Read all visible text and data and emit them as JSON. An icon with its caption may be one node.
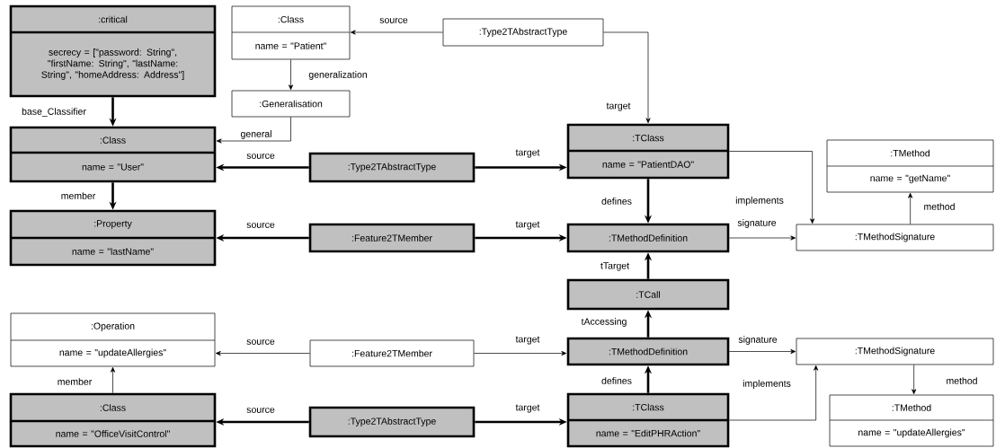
{
  "diagram": {
    "nodes": [
      {
        "text": [
          ":critical",
          "secrecy = [\"password: String\", \"firstName: String\", \"lastName: String\", \"homeAddress: Address\"]"
        ]
      },
      {
        "text": [
          ":Class",
          "name = \"Patient\""
        ]
      },
      {
        "text": [
          ":Type2TAbstractType"
        ]
      },
      {
        "text": [
          ":Generalisation"
        ]
      },
      {
        "text": [
          ":Class",
          "name = \"User\""
        ]
      },
      {
        "text": [
          ":Type2TAbstractType"
        ]
      },
      {
        "text": [
          ":TClass",
          "name = \"PatientDAO\""
        ]
      },
      {
        "text": [
          ":TMethod",
          "name = \"getName\""
        ]
      },
      {
        "text": [
          ":Property",
          "name = \"lastName\""
        ]
      },
      {
        "text": [
          ":Feature2TMember"
        ]
      },
      {
        "text": [
          ":TMethodDefinition"
        ]
      },
      {
        "text": [
          ":TMethodSignature"
        ]
      },
      {
        "text": [
          ":TCall"
        ]
      },
      {
        "text": [
          ":Operation",
          "name = \"updateAllergies\""
        ]
      },
      {
        "text": [
          ":Feature2TMember"
        ]
      },
      {
        "text": [
          ":TMethodDefinition"
        ]
      },
      {
        "text": [
          ":TMethodSignature"
        ]
      },
      {
        "text": [
          ":Class",
          "name = \"OfficeVisitControl\""
        ]
      },
      {
        "text": [
          ":Type2TAbstractType"
        ]
      },
      {
        "text": [
          ":TClass",
          "name = \"EditPHRAction\""
        ]
      },
      {
        "text": [
          ":TMethod",
          "name = \"updateAllergies\""
        ]
      }
    ],
    "edges": [
      {
        "from": 2,
        "to": 1,
        "arrow": "to",
        "label": "source"
      },
      {
        "from": 1,
        "to": 3,
        "arrow": "to",
        "label": "generalization"
      },
      {
        "from": 3,
        "to": 4,
        "arrow": "to",
        "label": "general"
      },
      {
        "from": 0,
        "to": 4,
        "arrow": "to",
        "label": "base_Classifier",
        "style": "thick"
      },
      {
        "from": 5,
        "to": 4,
        "arrow": "to",
        "label": "source",
        "style": "thick"
      },
      {
        "from": 5,
        "to": 6,
        "arrow": "to",
        "label": "target",
        "style": "thick"
      },
      {
        "from": 2,
        "to": 6,
        "arrow": "to",
        "label": "target"
      },
      {
        "from": 4,
        "to": 8,
        "arrow": "to",
        "label": "member",
        "style": "thick"
      },
      {
        "from": 6,
        "to": 10,
        "arrow": "to",
        "label": "defines",
        "style": "thick"
      },
      {
        "from": 6,
        "to": 11,
        "arrow": "to",
        "label": "implements"
      },
      {
        "from": 11,
        "to": 7,
        "arrow": "to",
        "label": "method"
      },
      {
        "from": 9,
        "to": 8,
        "arrow": "to",
        "label": "source",
        "style": "thick"
      },
      {
        "from": 9,
        "to": 10,
        "arrow": "to",
        "label": "target",
        "style": "thick"
      },
      {
        "from": 10,
        "to": 11,
        "arrow": "to",
        "label": "signature"
      },
      {
        "from": 12,
        "to": 10,
        "arrow": "to",
        "label": "tTarget",
        "style": "thick"
      },
      {
        "from": 15,
        "to": 12,
        "arrow": "to",
        "label": "tAccessing",
        "style": "thick"
      },
      {
        "from": 14,
        "to": 13,
        "arrow": "to",
        "label": "source"
      },
      {
        "from": 14,
        "to": 15,
        "arrow": "to",
        "label": "target"
      },
      {
        "from": 15,
        "to": 16,
        "arrow": "to",
        "label": "signature"
      },
      {
        "from": 19,
        "to": 15,
        "arrow": "to",
        "label": "defines",
        "style": "thick"
      },
      {
        "from": 19,
        "to": 16,
        "arrow": "to",
        "label": "implements"
      },
      {
        "from": 16,
        "to": 20,
        "arrow": "to",
        "label": "method"
      },
      {
        "from": 17,
        "to": 13,
        "arrow": "to",
        "label": "member"
      },
      {
        "from": 18,
        "to": 17,
        "arrow": "to",
        "label": "source",
        "style": "thick"
      },
      {
        "from": 18,
        "to": 19,
        "arrow": "to",
        "label": "target",
        "style": "thick"
      }
    ]
  }
}
